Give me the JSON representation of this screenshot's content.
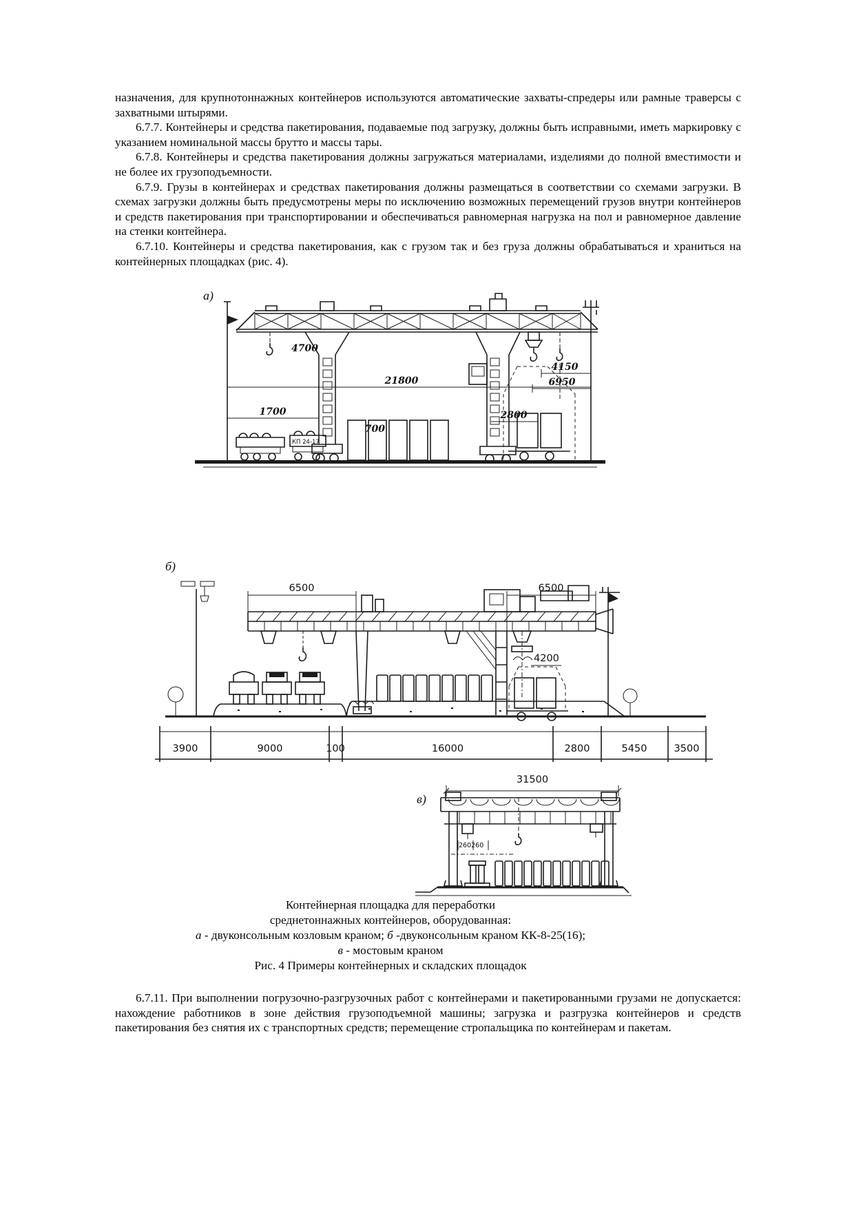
{
  "document": {
    "paragraphs": [
      {
        "text": "назначения, для крупнотоннажных контейнеров используются автоматические захваты-спредеры или рамные траверсы с захватными штырями."
      },
      {
        "text": "6.7.7. Контейнеры и средства пакетирования, подаваемые под загрузку, должны быть исправными, иметь маркировку с указанием номинальной массы брутто и массы тары."
      },
      {
        "text": "6.7.8. Контейнеры и средства пакетирования должны загружаться материалами, изделиями до полной вместимости и не более их грузоподъемности."
      },
      {
        "text": "6.7.9. Грузы в контейнерах и средствах пакетирования должны размещаться в соответствии со схемами загрузки. В схемах загрузки должны быть предусмотрены меры по исключению возможных перемещений грузов внутри контейнеров и средств пакетирования при транспортировании и обеспечиваться равномерная нагрузка на пол и равномерное давление на стенки контейнера."
      },
      {
        "text": "6.7.10. Контейнеры и средства пакетирования, как с грузом так и без груза должны обрабатываться и храниться на контейнерных площадках (рис. 4)."
      }
    ],
    "closing_paragraph": "6.7.11. При выполнении погрузочно-разгрузочных работ с контейнерами и пакетированными грузами не допускается: нахождение работников в зоне действия грузоподъемной машины; загрузка и разгрузка контейнеров и средств пакетирования без снятия их с транспортных средств; перемещение стропальщика по контейнерам и пакетам."
  },
  "caption": {
    "line1": "Контейнерная площадка для переработки",
    "line2": "среднетоннажных контейнеров, оборудованная:",
    "line3_a": "а",
    "line3_t1": " - двуконсольным козловым краном; ",
    "line3_b": "б",
    "line3_t2": " -двуконсольным краном КК-8-25(16);",
    "line4_v": "в",
    "line4_t": " - мостовым краном",
    "line5": "Рис. 4 Примеры контейнерных и складских площадок"
  },
  "fig_a": {
    "label": "а)",
    "dim_4700": "4700",
    "dim_21800": "21800",
    "dim_1700": "1700",
    "dim_700": "700",
    "dim_2800": "2800",
    "dim_4150": "4150",
    "dim_6950": "6950",
    "vehicle_label": "КП 24-17"
  },
  "fig_b": {
    "label": "б)",
    "dim_6500_left": "6500",
    "dim_6500_right": "6500",
    "dim_4200": "4200",
    "chain": [
      "3900",
      "9000",
      "100",
      "16000",
      "2800",
      "5450",
      "3500"
    ]
  },
  "fig_v": {
    "label": "в)",
    "dim_31500": "31500",
    "dim_260": "260260"
  }
}
